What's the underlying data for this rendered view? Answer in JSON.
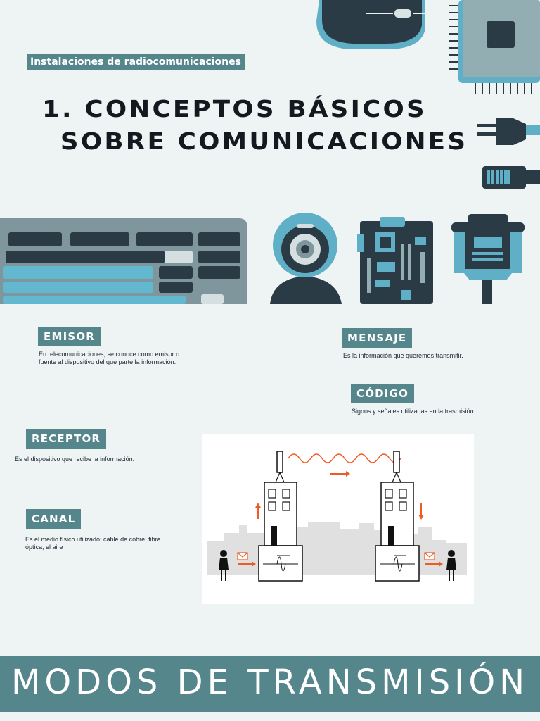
{
  "header": {
    "subtitle": "Instalaciones de radiocomunicaciones"
  },
  "title": {
    "line1": "1. CONCEPTOS BÁSICOS",
    "line2": "SOBRE COMUNICACIONES"
  },
  "terms": {
    "emisor": {
      "label": "EMISOR",
      "desc": "En telecomunicaciones, se conoce como emisor o fuente al dispositivo del que parte la información."
    },
    "mensaje": {
      "label": "MENSAJE",
      "desc": "Es la información que queremos transmitir."
    },
    "codigo": {
      "label": "CÓDIGO",
      "desc": "Signos y señales utilizadas en la trasmisión."
    },
    "receptor": {
      "label": "RECEPTOR",
      "desc": "Es el dispositivo que recibe la información."
    },
    "canal": {
      "label": "CANAL",
      "desc": "Es el medio físico utilizado: cable de cobre, fibra óptica, el aire"
    }
  },
  "footer": {
    "title": "MODOS DE TRANSMISIÓN"
  },
  "colors": {
    "accent": "#55868c",
    "background": "#eef4f4",
    "dark": "#2b3b45",
    "cyan": "#5fb0c6",
    "arrow": "#f15a24"
  }
}
